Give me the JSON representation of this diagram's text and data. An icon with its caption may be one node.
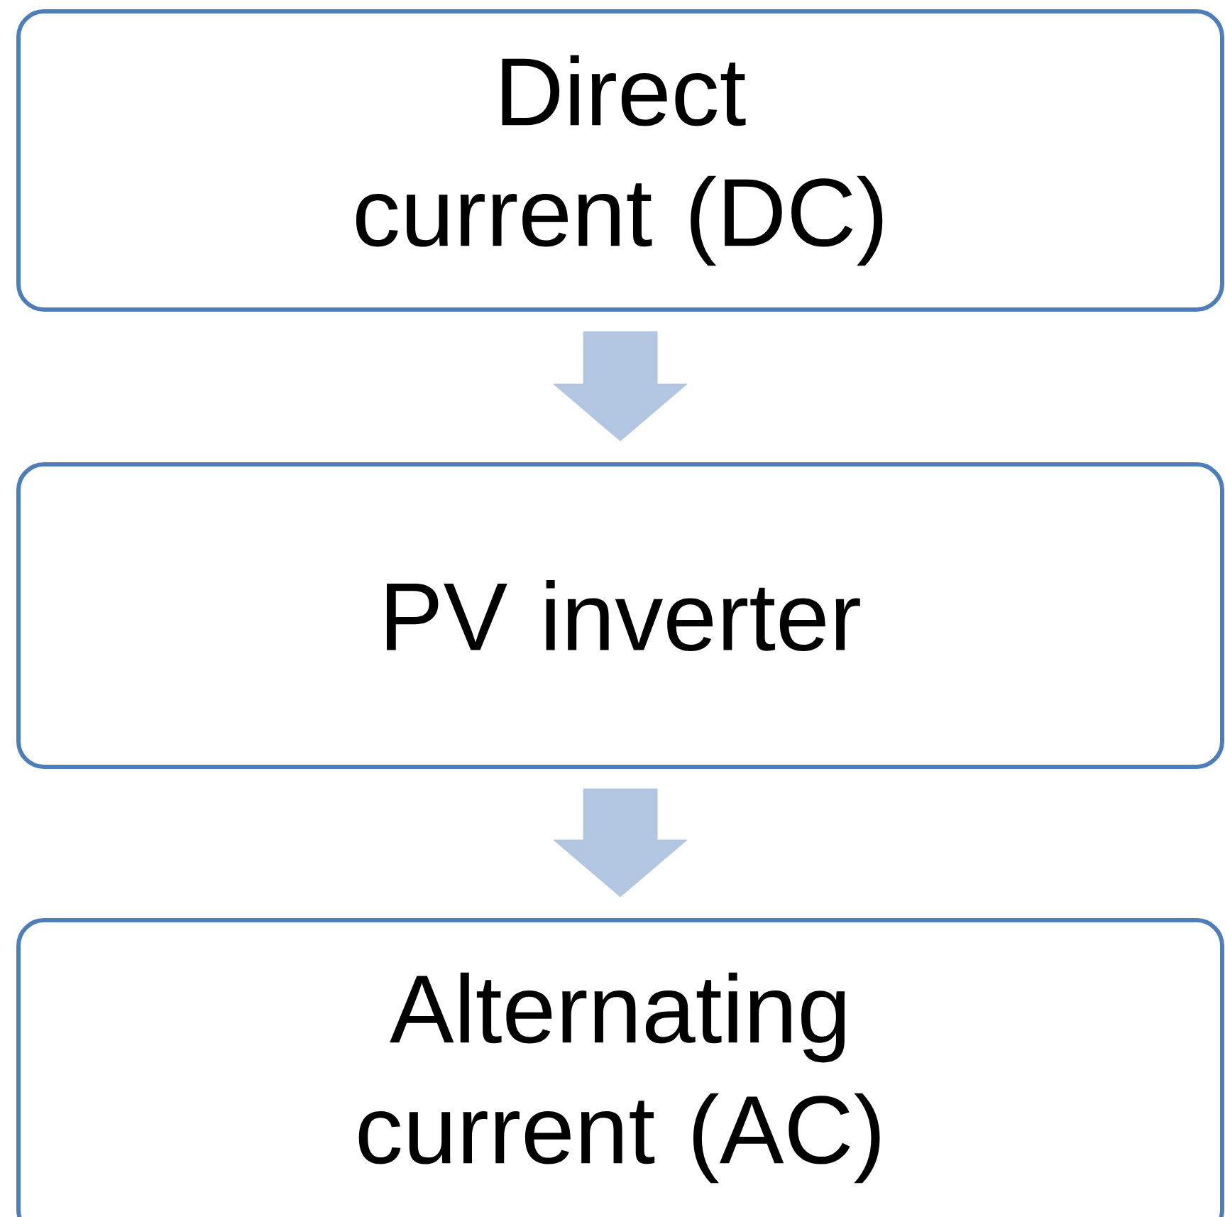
{
  "diagram": {
    "nodes": [
      {
        "text": [
          "Direct current (DC)"
        ]
      },
      {
        "text": [
          "PV inverter"
        ]
      },
      {
        "text": [
          "Alternating current (AC)"
        ]
      }
    ],
    "edges": [
      {
        "from": 0,
        "to": 1,
        "arrow": "to"
      },
      {
        "from": 1,
        "to": 2,
        "arrow": "to"
      }
    ]
  }
}
